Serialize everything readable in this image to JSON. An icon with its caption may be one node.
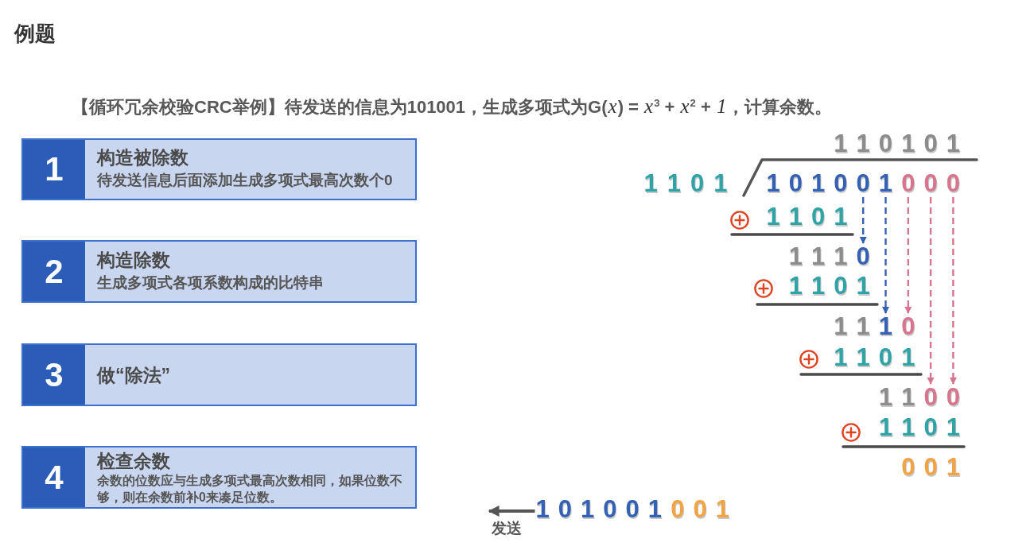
{
  "diagram": {
    "title": "例题",
    "nodes": [
      {
        "text": [
          "1",
          "构造被除数",
          "待发送信息后面添加生成多项式最高次数个0"
        ]
      },
      {
        "text": [
          "2",
          "构造除数",
          "生成多项式各项系数构成的比特串"
        ]
      },
      {
        "text": [
          "3",
          "做“除法”"
        ]
      },
      {
        "text": [
          "4",
          "检查余数",
          "余数的位数应与生成多项式最高次数相同，如果位数不够，则在余数前补0来凑足位数。"
        ]
      },
      {
        "text": [
          "1 0 1 0 0 1 0 0 0"
        ]
      },
      {
        "text": [
          "1 1 1 0"
        ]
      },
      {
        "text": [
          "1 1 1 0"
        ]
      },
      {
        "text": [
          "1 1 0 0"
        ]
      },
      {
        "text": [
          "1 0 1 0 0 1 0 0 1"
        ]
      }
    ],
    "edges": [
      {
        "from": 4,
        "to": 5,
        "arrow": "to",
        "style": "dashed",
        "color": "#3561b5"
      },
      {
        "from": 4,
        "to": 6,
        "arrow": "to",
        "style": "dashed",
        "color": "#3561b5"
      },
      {
        "from": 4,
        "to": 6,
        "arrow": "to",
        "style": "dashed",
        "color": "#d9748f"
      },
      {
        "from": 4,
        "to": 7,
        "arrow": "to",
        "style": "dashed",
        "color": "#d9748f"
      },
      {
        "from": 4,
        "to": 7,
        "arrow": "to",
        "style": "dashed",
        "color": "#d9748f"
      },
      {
        "from": 8,
        "to": null,
        "arrow": "to",
        "label": "发送",
        "color": "#555555"
      }
    ],
    "labels": [
      "【循环冗余校验CRC举例】待发送的信息为101001，生成多项式为G(*x*) = *x*$^{3}$ + *x*$^{2}$ + *1*，计算余数。",
      "1 1 0 1 0 1",
      "1 1 0 1",
      "1 1 0 1",
      "1 1 0 1",
      "1 1 0 1",
      "1 1 0 1",
      "0 0 1"
    ]
  }
}
